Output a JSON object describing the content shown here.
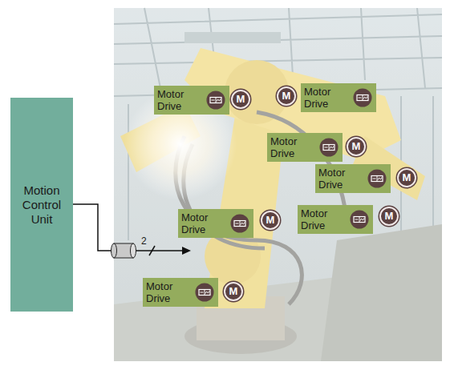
{
  "diagram": {
    "nodes": [
      {
        "text": [
          "Motion Control Unit"
        ]
      },
      {
        "text": [
          "Motor Drive"
        ]
      },
      {
        "text": [
          "M"
        ]
      },
      {
        "text": [
          "M"
        ]
      },
      {
        "text": [
          "Motor Drive"
        ]
      },
      {
        "text": [
          "Motor Drive"
        ]
      },
      {
        "text": [
          "M"
        ]
      },
      {
        "text": [
          "Motor Drive"
        ]
      },
      {
        "text": [
          "M"
        ]
      },
      {
        "text": [
          "Motor Drive"
        ]
      },
      {
        "text": [
          "M"
        ]
      },
      {
        "text": [
          "Motor Drive"
        ]
      },
      {
        "text": [
          "M"
        ]
      },
      {
        "text": [
          "Motor Drive"
        ]
      },
      {
        "text": [
          "M"
        ]
      }
    ],
    "labels": [
      "2"
    ]
  }
}
